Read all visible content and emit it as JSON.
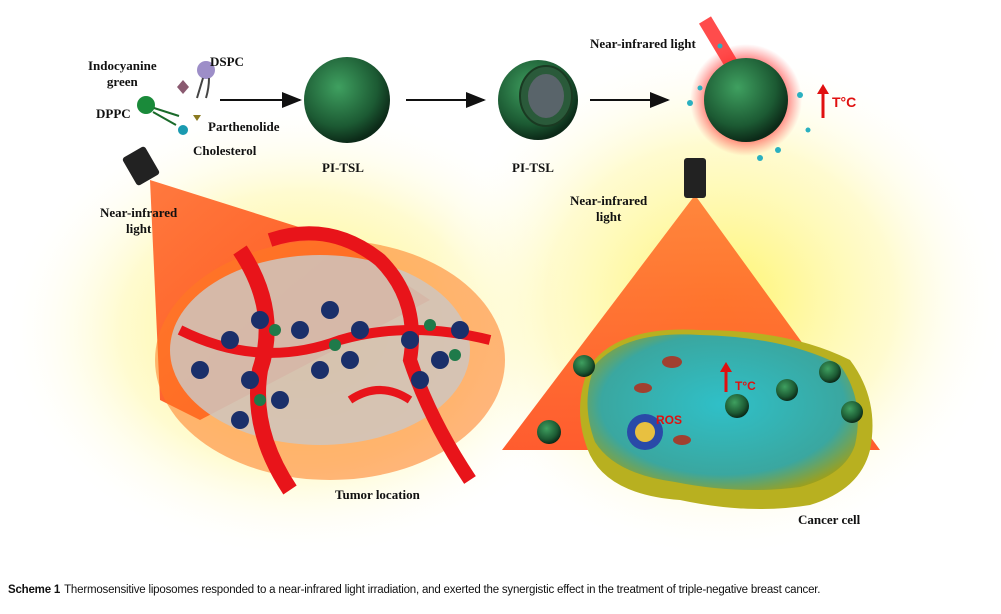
{
  "labels": {
    "indocyanine_green_1": "Indocyanine",
    "indocyanine_green_2": "green",
    "dspc": "DSPC",
    "dppc": "DPPC",
    "parthenolide": "Parthenolide",
    "cholesterol": "Cholesterol",
    "pi_tsl_1": "PI-TSL",
    "pi_tsl_2": "PI-TSL",
    "nir_top": "Near-infrared light",
    "temp_top": "T°C",
    "nir_left_1": "Near-infrared",
    "nir_left_2": "light",
    "nir_right_1": "Near-infrared",
    "nir_right_2": "light",
    "tumor_location": "Tumor location",
    "temp_cell": "T°C",
    "ros": "ROS",
    "cancer_cell": "Cancer cell"
  },
  "caption": {
    "label": "Scheme 1",
    "text": "Thermosensitive liposomes responded to a near-infrared light irradiation, and exerted the synergistic effect in the treatment of triple-negative breast cancer."
  },
  "colors": {
    "liposome": "#1f6b3a",
    "glow": "#fff27a",
    "laser": "#ff5a1f",
    "vessel": "#e8141a",
    "cell": "#2ab5c4",
    "arrow_red": "#e01010"
  }
}
